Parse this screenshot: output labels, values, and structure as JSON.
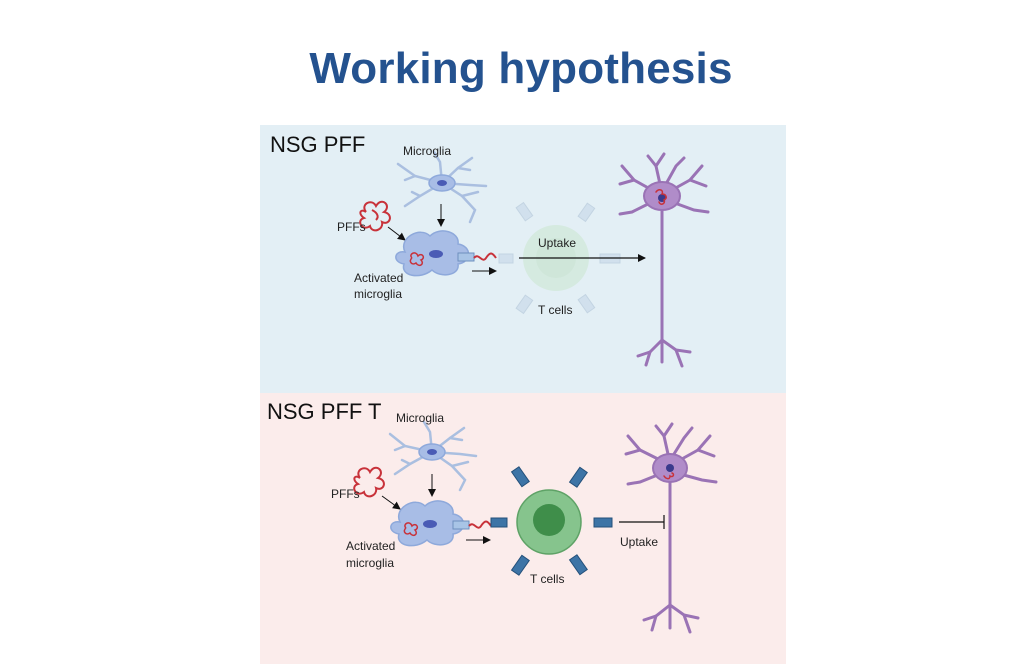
{
  "title": "Working hypothesis",
  "panels": [
    {
      "label": "NSG PFF",
      "microglia": "Microglia",
      "pffs": "PFFs",
      "activated_line1": "Activated",
      "activated_line2": "microglia",
      "uptake": "Uptake",
      "t_cells": "T cells"
    },
    {
      "label": "NSG PFF T",
      "microglia": "Microglia",
      "pffs": "PFFs",
      "activated_line1": "Activated",
      "activated_line2": "microglia",
      "uptake": "Uptake",
      "t_cells": "T cells"
    }
  ]
}
